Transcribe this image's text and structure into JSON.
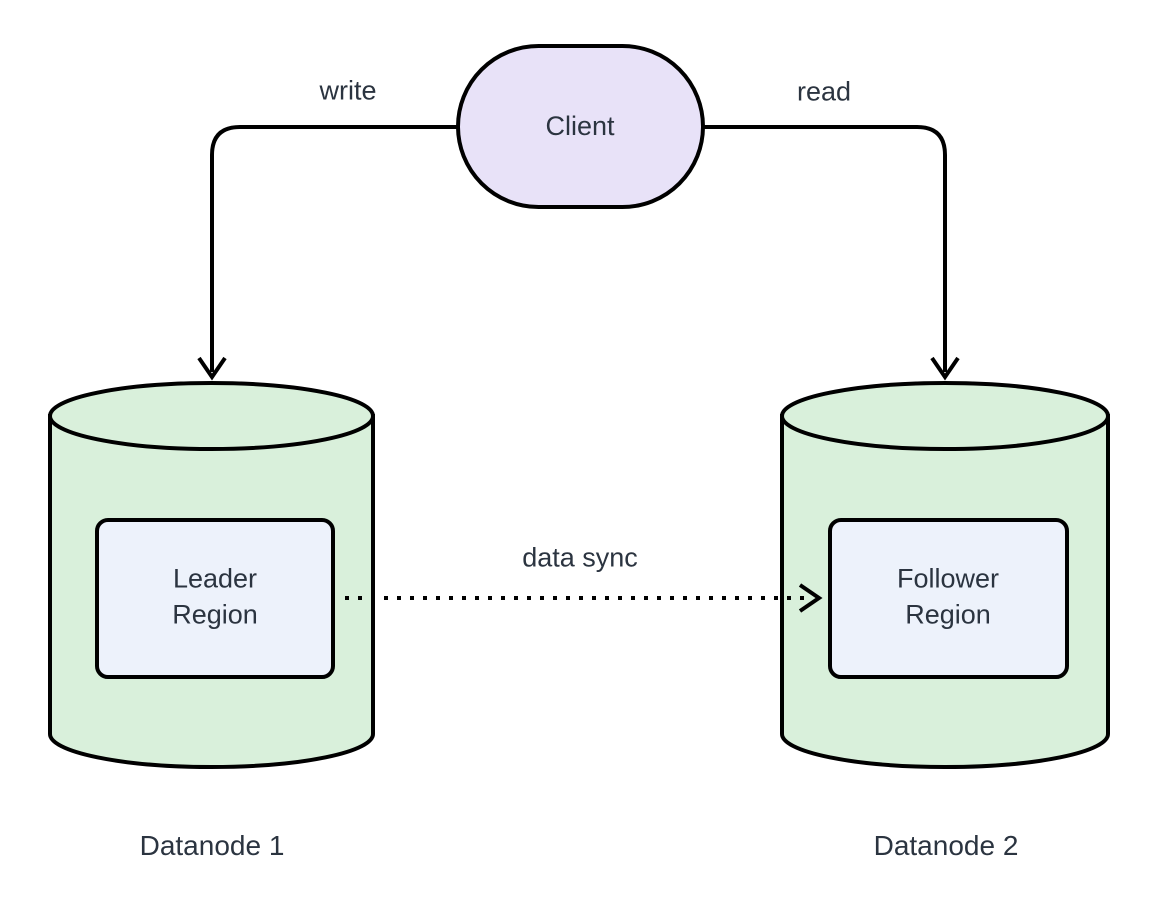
{
  "diagram": {
    "client": {
      "label": "Client"
    },
    "edges": {
      "write": {
        "label": "write"
      },
      "read": {
        "label": "read"
      },
      "data_sync": {
        "label": "data sync"
      }
    },
    "datanode1": {
      "caption": "Datanode 1",
      "region": {
        "lines": [
          "Leader",
          "Region"
        ]
      }
    },
    "datanode2": {
      "caption": "Datanode 2",
      "region": {
        "lines": [
          "Follower",
          "Region"
        ]
      }
    },
    "colors": {
      "client_fill": "#e8e2f8",
      "cylinder_fill": "#d9f0db",
      "region_fill": "#edf2fb",
      "stroke": "#000000",
      "text": "#2b3440"
    }
  }
}
